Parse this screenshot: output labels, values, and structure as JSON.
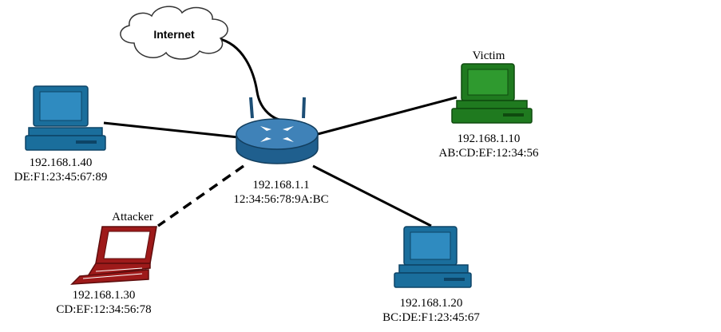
{
  "colors": {
    "desktop": "#1a6e9c",
    "victim": "#1f7a1f",
    "attacker": "#9e1a1a",
    "router": "#2e6a9a",
    "cloud_stroke": "#333333",
    "link": "#000000"
  },
  "cloud": {
    "label": "Internet",
    "icon": "cloud-icon"
  },
  "router": {
    "ip": "192.168.1.1",
    "mac": "12:34:56:78:9A:BC",
    "icon": "router-icon"
  },
  "hosts": [
    {
      "id": "host-left",
      "ip": "192.168.1.40",
      "mac": "DE:F1:23:45:67:89",
      "role": "",
      "icon": "desktop-computer-icon"
    },
    {
      "id": "victim",
      "ip": "192.168.1.10",
      "mac": "AB:CD:EF:12:34:56",
      "role": "Victim",
      "icon": "desktop-computer-icon"
    },
    {
      "id": "host-bottom",
      "ip": "192.168.1.20",
      "mac": "BC:DE:F1:23:45:67",
      "role": "",
      "icon": "desktop-computer-icon"
    },
    {
      "id": "attacker",
      "ip": "192.168.1.30",
      "mac": "CD:EF:12:34:56:78",
      "role": "Attacker",
      "icon": "laptop-icon"
    }
  ],
  "links": [
    {
      "from": "router",
      "to": "cloud",
      "style": "solid"
    },
    {
      "from": "router",
      "to": "host-left",
      "style": "solid"
    },
    {
      "from": "router",
      "to": "victim",
      "style": "solid"
    },
    {
      "from": "router",
      "to": "host-bottom",
      "style": "solid"
    },
    {
      "from": "router",
      "to": "attacker",
      "style": "dashed"
    }
  ]
}
